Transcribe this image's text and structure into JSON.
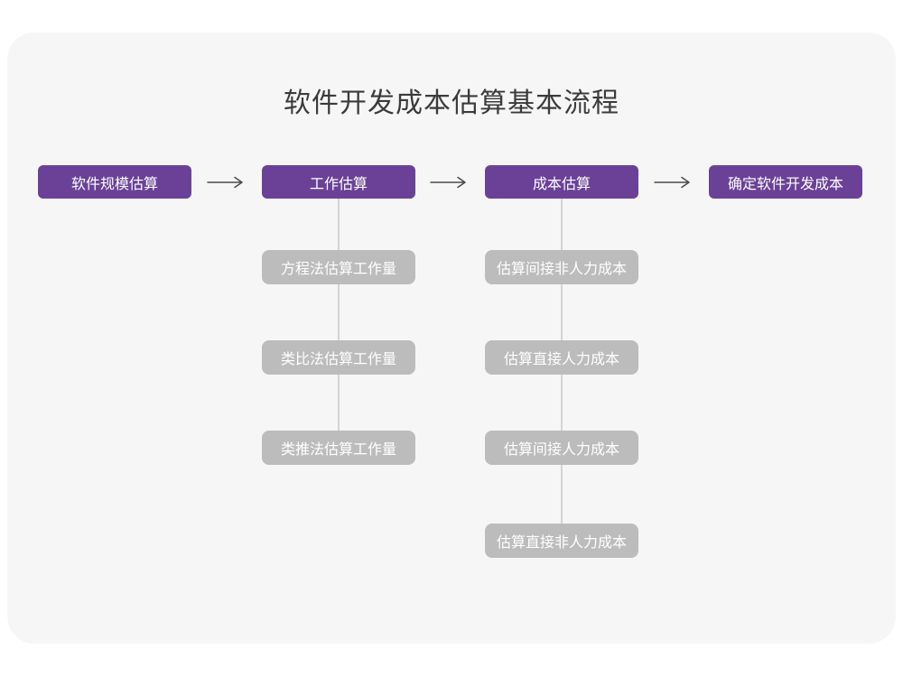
{
  "title": "软件开发成本估算基本流程",
  "colors": {
    "primary_purple": "#6b4198",
    "substep_gray": "#bcbcbc",
    "connector_gray": "#d4d4d4",
    "arrow_dark": "#4a4a4a",
    "card_background": "#f6f6f7",
    "page_background": "#ffffff",
    "title_text": "#3b3b3b",
    "box_text": "#ffffff"
  },
  "flow": {
    "main_steps": [
      {
        "label": "软件规模估算"
      },
      {
        "label": "工作估算"
      },
      {
        "label": "成本估算"
      },
      {
        "label": "确定软件开发成本"
      }
    ],
    "work_substeps": [
      "方程法估算工作量",
      "类比法估算工作量",
      "类推法估算工作量"
    ],
    "cost_substeps": [
      "估算间接非人力成本",
      "估算直接人力成本",
      "估算间接人力成本",
      "估算直接非人力成本"
    ]
  }
}
